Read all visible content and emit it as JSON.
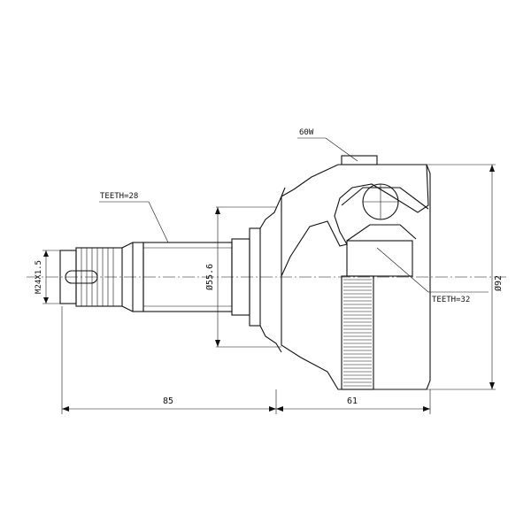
{
  "drawing": {
    "labels": {
      "clamp": "60W",
      "spline_outer": "TEETH=28",
      "spline_inner": "TEETH=32",
      "thread": "M24X1.5",
      "shaft_dia": "Ø55.6",
      "body_dia": "Ø92",
      "length_shaft": "85",
      "length_body": "61"
    },
    "colors": {
      "line": "#111111",
      "background": "#ffffff"
    }
  }
}
